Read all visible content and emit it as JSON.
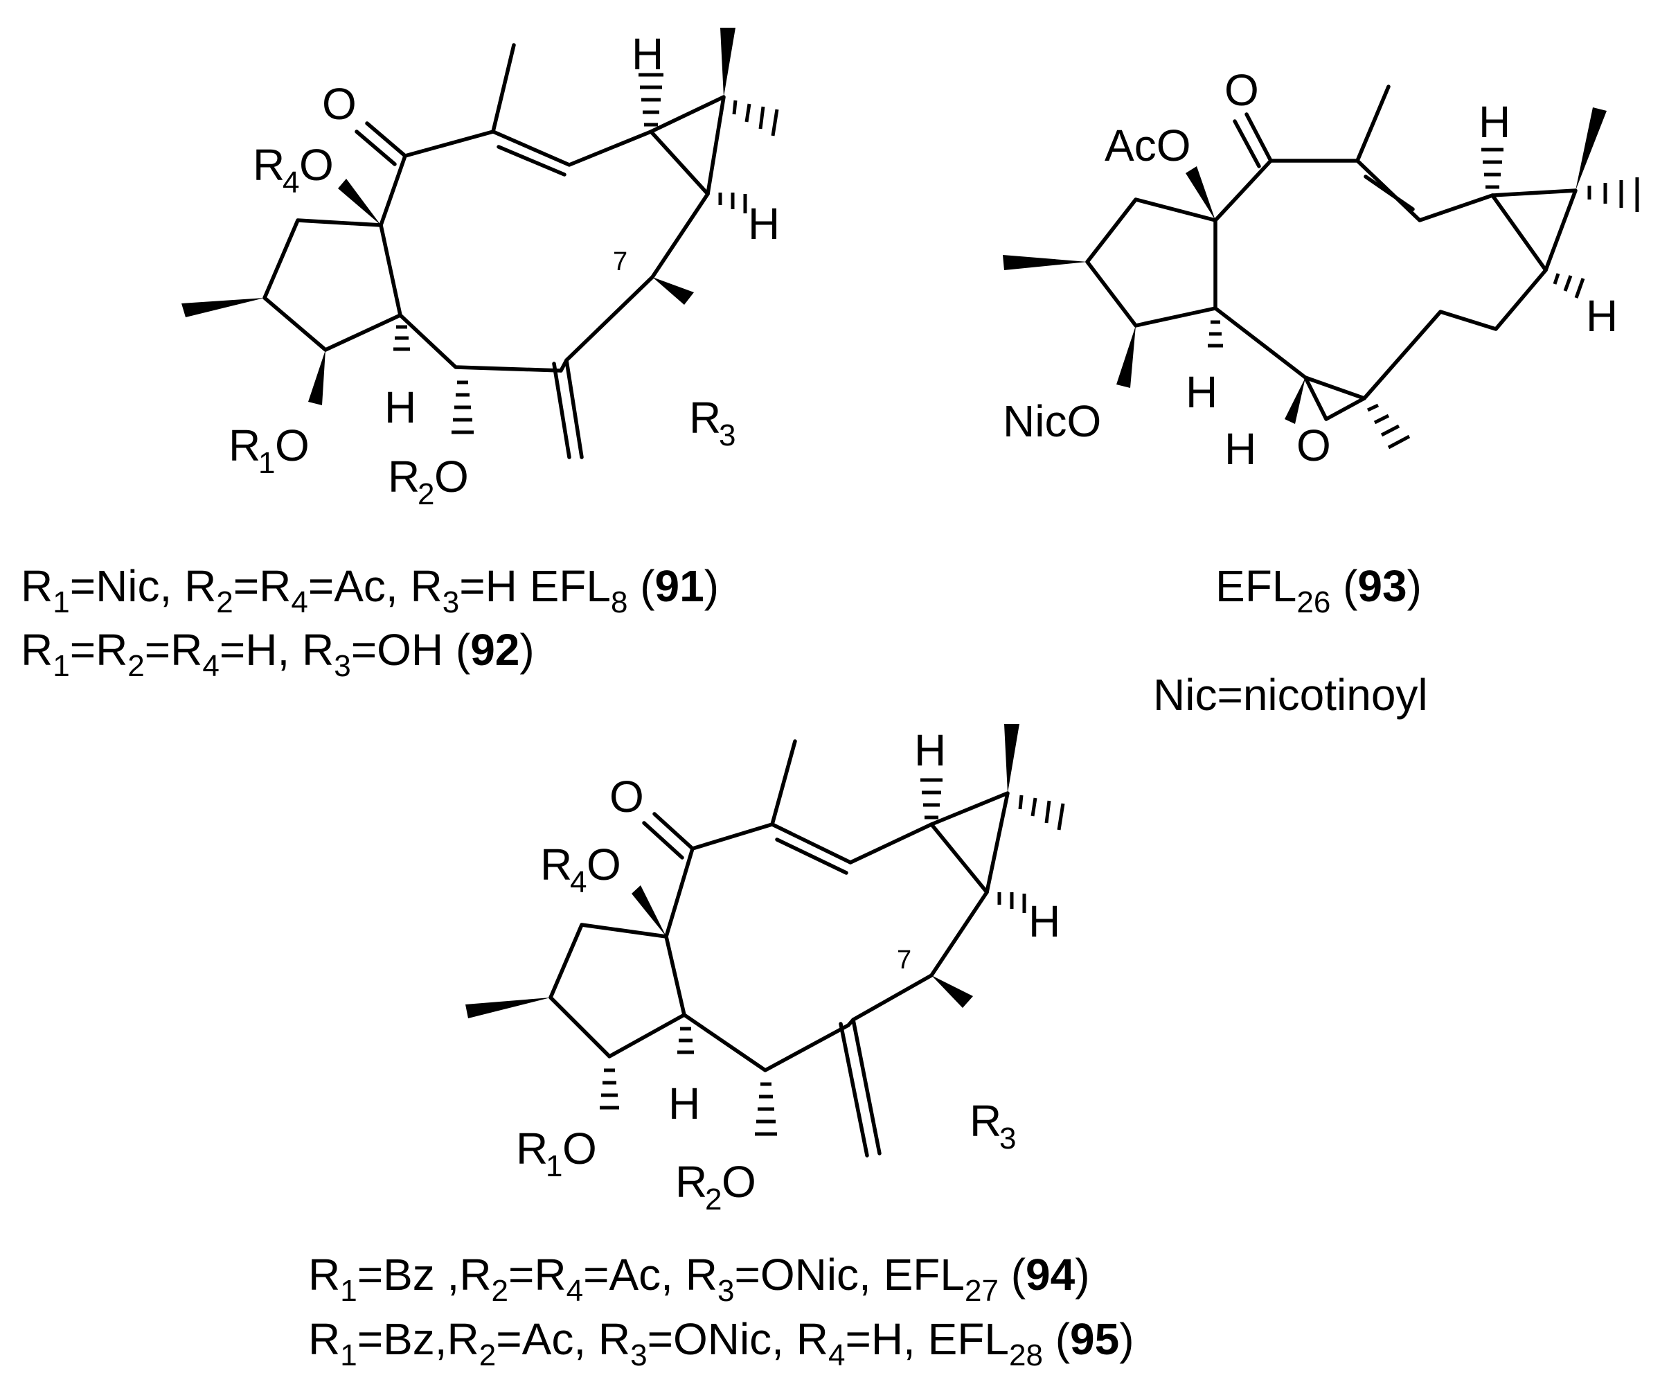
{
  "compound_91_92": {
    "labels": {
      "carbonyl_o": "O",
      "r4o": "O",
      "r4": "R",
      "r4_sub": "4",
      "r1o": "O",
      "r1": "R",
      "r1_sub": "1",
      "r2o": "O",
      "r2": "R",
      "r2_sub": "2",
      "r3": "R",
      "r3_sub": "3",
      "h_top": "H",
      "h_right": "H",
      "h_ring": "H",
      "pos7": "7"
    },
    "caption": [
      {
        "text": "R",
        "sub": "1",
        "t2": "=Nic, R",
        "sub2": "2",
        "t3": "=R",
        "sub3": "4",
        "t4": "=Ac, R",
        "sub4": "3",
        "t5": "=H EFL",
        "sub5": "8",
        "t6": " (",
        "bold": "91",
        "t7": ")"
      },
      {
        "text": "R",
        "sub": "1",
        "t2": "=R",
        "sub2": "2",
        "t3": "=R",
        "sub3": "4",
        "t4": "=H, R",
        "sub4": "3",
        "t5": "=OH (",
        "bold": "92",
        "t7": ")"
      }
    ]
  },
  "compound_93": {
    "labels": {
      "carbonyl_o": "O",
      "aco": "AcO",
      "nico": "NicO",
      "epoxide_o": "O",
      "h_top": "H",
      "h_right": "H",
      "h_ring": "H",
      "h_epoxide": "H"
    },
    "caption": {
      "text": "EFL",
      "sub": "26",
      "t2": " (",
      "bold": "93",
      "t3": ")"
    },
    "note": "Nic=nicotinoyl"
  },
  "compound_94_95": {
    "labels": {
      "carbonyl_o": "O",
      "r4o": "O",
      "r4": "R",
      "r4_sub": "4",
      "r1o": "O",
      "r1": "R",
      "r1_sub": "1",
      "r2o": "O",
      "r2": "R",
      "r2_sub": "2",
      "r3": "R",
      "r3_sub": "3",
      "h_top": "H",
      "h_right": "H",
      "h_ring": "H",
      "pos7": "7"
    },
    "caption": [
      {
        "text": "R",
        "sub": "1",
        "t2": "=Bz ,R",
        "sub2": "2",
        "t3": "=R",
        "sub3": "4",
        "t4": "=Ac, R",
        "sub4": "3",
        "t5": "=ONic, EFL",
        "sub5": "27",
        "t6": " (",
        "bold": "94",
        "t7": ")"
      },
      {
        "text": "R",
        "sub": "1",
        "t2": "=Bz,R",
        "sub2": "2",
        "t3": "=Ac, R",
        "sub3": "3",
        "t4": "=ONic, R",
        "sub4": "4",
        "t5": "=H, EFL",
        "sub5": "28",
        "t6": " (",
        "bold": "95",
        "t7": ")"
      }
    ]
  }
}
